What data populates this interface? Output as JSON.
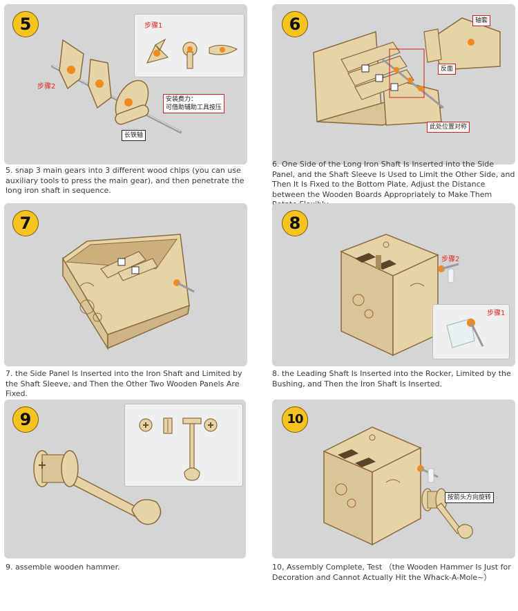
{
  "steps": [
    {
      "number": "5",
      "caption": "5. snap 3 main gears into 3 different wood chips (you can use auxiliary tools to press the main gear), and then penetrate the long iron shaft in sequence.",
      "labels": {
        "step1": "步骤1",
        "step2": "步骤2",
        "tip_line1": "安装费力：",
        "tip_line2": "可借助辅助工具按压",
        "shaft": "长铁轴"
      }
    },
    {
      "number": "6",
      "caption": "6. One Side of the Long Iron Shaft Is Inserted into the Side Panel, and the Shaft Sleeve Is Used to Limit the Other Side, and Then It Is Fixed to the Bottom Plate. Adjust the Distance between the Wooden Boards Appropriately to Make Them Rotate Flexibly.",
      "labels": {
        "sleeve": "轴套",
        "back": "反面",
        "align": "此处位置对称"
      }
    },
    {
      "number": "7",
      "caption": "7. the Side Panel Is Inserted into the Iron Shaft and Limited by the Shaft Sleeve, and Then the Other Two Wooden Panels Are Fixed."
    },
    {
      "number": "8",
      "caption": "8. the Leading Shaft Is Inserted into the Rocker, Limited by the Bushing, and Then the Iron Shaft Is Inserted.",
      "labels": {
        "step2": "步骤2",
        "step1": "步骤1"
      }
    },
    {
      "number": "9",
      "caption": "9. assemble wooden hammer."
    },
    {
      "number": "10",
      "caption": "10, Assembly Complete, Test （the Wooden Hammer Is Just for Decoration and Cannot Actually Hit the Whack-A-Mole~）",
      "labels": {
        "rotate": "按箭头方向旋转"
      }
    }
  ],
  "colors": {
    "panel_bg": "#d5d5d5",
    "badge": "#f5c320",
    "wood": "#e6d3a8",
    "wood_edge": "#8a6a3a",
    "orange": "#f08a1e",
    "label_red": "#e0281d"
  }
}
